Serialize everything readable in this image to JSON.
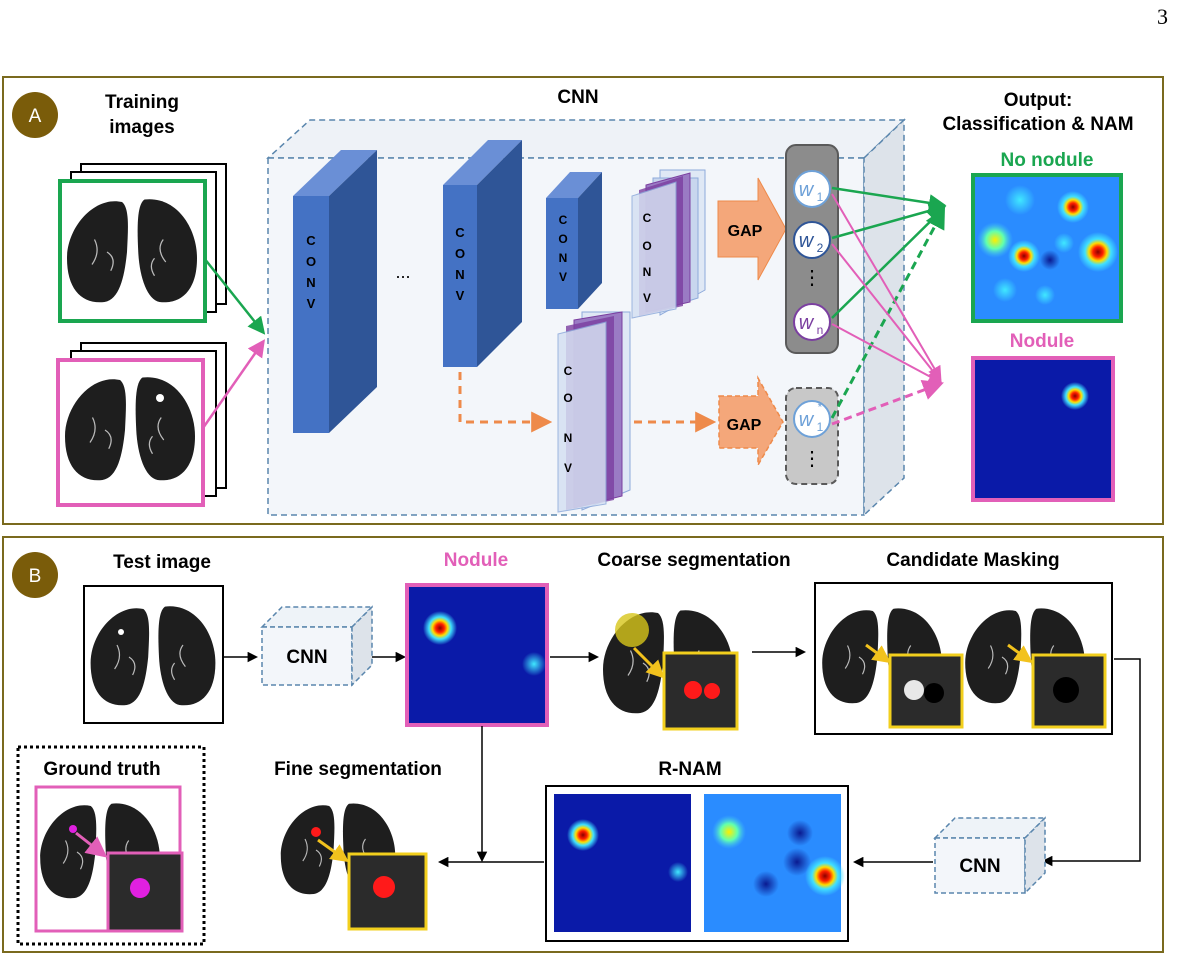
{
  "page_number": "3",
  "panel_a": {
    "badge": "A",
    "training_label_1": "Training",
    "training_label_2": "images",
    "cnn_title": "CNN",
    "output_label_1": "Output:",
    "output_label_2": "Classification & NAM",
    "no_nodule_label": "No nodule",
    "nodule_label": "Nodule",
    "conv_text": "CONV",
    "ellipsis": "...",
    "gap_label": "GAP",
    "weights": {
      "w1": "w",
      "w1_sub": "1",
      "w2": "w",
      "w2_sub": "2",
      "wn": "w",
      "wn_sub": "n",
      "w1star": "w",
      "w1star_sub": "1",
      "w1star_sup": "*"
    },
    "vdots": "⋮"
  },
  "panel_b": {
    "badge": "B",
    "test_image_label": "Test image",
    "cnn_label": "CNN",
    "nodule_label": "Nodule",
    "coarse_label": "Coarse segmentation",
    "candidate_label": "Candidate Masking",
    "ground_truth_label": "Ground truth",
    "fine_label": "Fine segmentation",
    "rnam_label": "R-NAM",
    "cnn_label_2": "CNN"
  },
  "colors": {
    "frame": "#7a6a1e",
    "badge": "#7a5c0a",
    "green": "#1aa650",
    "pink": "#e25fb8",
    "orange": "#ee8a4a",
    "conv_blue": "#4472c4",
    "purple": "#7b3fa0",
    "yellow": "#f2cf1d",
    "dash_blue": "#5a86ad"
  }
}
